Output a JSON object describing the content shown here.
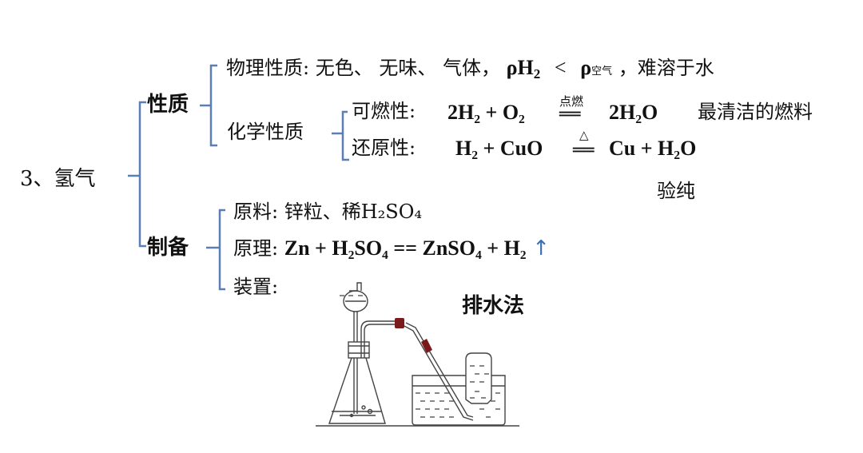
{
  "root": {
    "label": "3、氢气"
  },
  "branches": {
    "properties": {
      "label": "性质",
      "physical": {
        "label": "物理性质",
        "colon": ":",
        "text": "无色、 无味、 气体，",
        "density_lhs": "ρH",
        "density_lhs_sub": "2",
        "density_op": "<",
        "density_rhs": "ρ",
        "density_rhs_sub": "空气",
        "tail": "，难溶于水"
      },
      "chemical": {
        "label": "化学性质",
        "combustibility": {
          "label": "可燃性:",
          "lhs": "2H₂ + O₂",
          "condition": "点燃",
          "equals": "══",
          "rhs": "2H₂O",
          "note": "最清洁的燃料"
        },
        "reducibility": {
          "label": "还原性:",
          "lhs": "H₂ + CuO",
          "condition": "△",
          "equals": "══",
          "rhs": "Cu + H₂O"
        },
        "purity_check": "验纯"
      }
    },
    "preparation": {
      "label": "制备",
      "materials": {
        "label": "原料:",
        "value": "锌粒、稀H₂SO₄"
      },
      "principle": {
        "label": "原理:",
        "equation": "Zn + H₂SO₄ == ZnSO₄ + H₂",
        "gas_arrow": "↑"
      },
      "apparatus": {
        "label": "装置:",
        "method": "排水法"
      }
    }
  },
  "colors": {
    "bracket": "#5b7fb4",
    "stopper_red": "#7a1a1a",
    "text": "#111111",
    "arrow": "#3b6fb6"
  }
}
